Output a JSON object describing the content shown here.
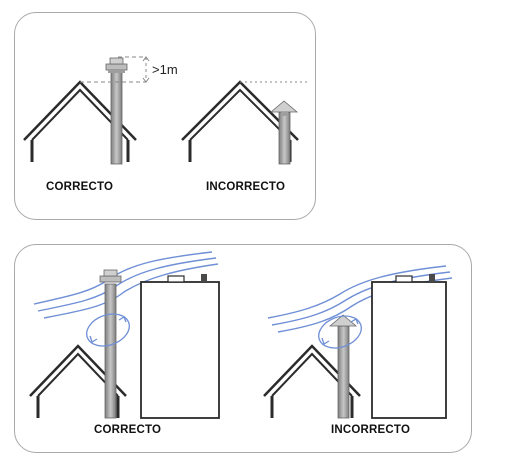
{
  "top_panel": {
    "correct_label": "CORRECTO",
    "incorrect_label": "INCORRECTO",
    "height_note": ">1m"
  },
  "bottom_panel": {
    "correct_label": "CORRECTO",
    "incorrect_label": "INCORRECTO"
  },
  "colors": {
    "border": "#a9a9a9",
    "roof_line": "#2b2b2b",
    "chimney": "#8f8f8f",
    "wind": "#6f8fd6",
    "dashed": "#888888"
  },
  "icons": [
    "house-roof-icon",
    "chimney-icon",
    "wind-stream-icon",
    "turbulence-arrow-icon",
    "building-icon"
  ]
}
